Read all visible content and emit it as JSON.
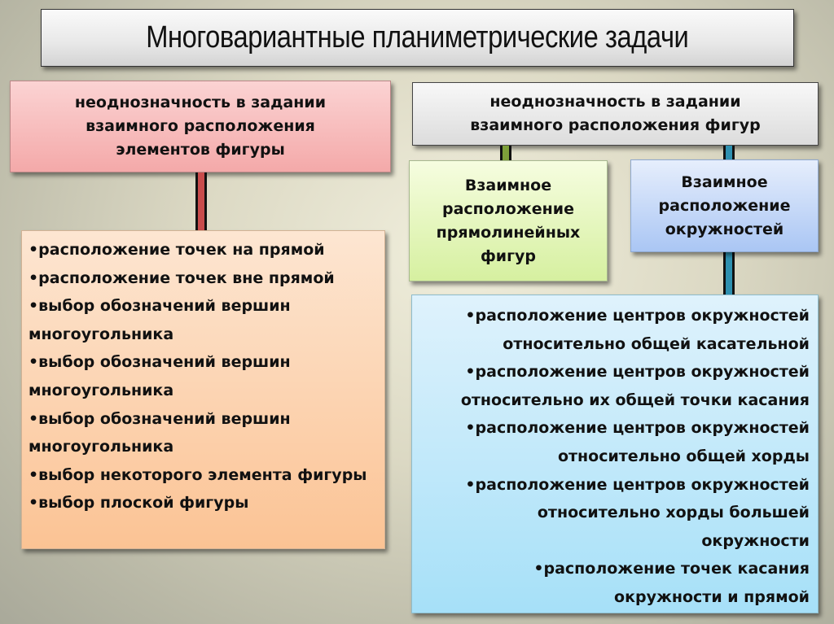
{
  "title": "Многовариантные планиметрические задачи",
  "left_branch": {
    "header": "неоднозначность в задании взаимного расположения элементов фигуры",
    "header_lines": [
      "неоднозначность в задании",
      "взаимного расположения",
      "элементов фигуры"
    ],
    "items": [
      "•расположение точек на прямой",
      "•расположение точек вне прямой",
      "•выбор обозначений вершин многоугольника",
      "•выбор обозначений вершин многоугольника",
      "•выбор обозначений вершин многоугольника",
      "•выбор некоторого элемента фигуры",
      "•выбор плоской фигуры"
    ],
    "colors": {
      "header": "#f4a9a9",
      "list": "#fbc394",
      "connector": "#c84c4c"
    }
  },
  "right_branch": {
    "header": "неоднозначность в задании взаимного расположения фигур",
    "header_lines": [
      "неоднозначность в задании",
      "взаимного расположения фигур"
    ],
    "sub_left": {
      "lines": [
        "Взаимное",
        "расположение",
        "прямолинейных",
        "фигур"
      ],
      "color": "#d6f0a0",
      "connector": "#7ea03a"
    },
    "sub_right": {
      "lines": [
        "Взаимное",
        "расположение",
        "окружностей"
      ],
      "color": "#aac6f4",
      "connector": "#2e90b0"
    },
    "items": [
      "•расположение центров окружностей",
      "относительно общей касательной",
      "•расположение центров окружностей",
      "относительно их общей точки касания",
      "•расположение центров окружностей",
      "относительно общей хорды",
      "•расположение центров окружностей",
      "относительно хорды большей",
      "окружности",
      "•расположение точек касания",
      "окружности и прямой"
    ],
    "colors": {
      "header": "#dcdcdc",
      "list": "#a6e0f8"
    }
  }
}
